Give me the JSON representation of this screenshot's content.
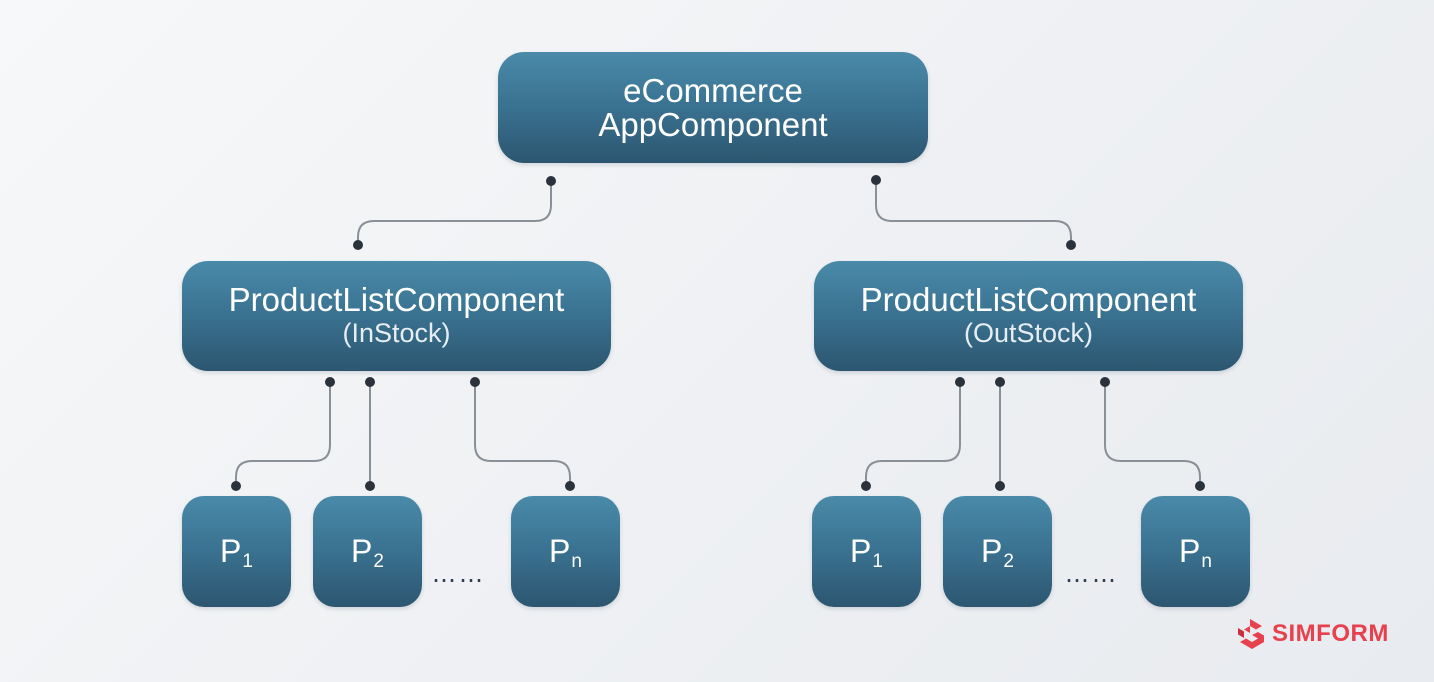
{
  "root": {
    "line1": "eCommerce",
    "line2": "AppComponent"
  },
  "children": [
    {
      "title": "ProductListComponent",
      "subtitle": "(InStock)",
      "leaves": [
        {
          "label": "P",
          "sub": "1"
        },
        {
          "label": "P",
          "sub": "2"
        },
        {
          "label": "P",
          "sub": "n"
        }
      ],
      "ellipsis": "……"
    },
    {
      "title": "ProductListComponent",
      "subtitle": "(OutStock)",
      "leaves": [
        {
          "label": "P",
          "sub": "1"
        },
        {
          "label": "P",
          "sub": "2"
        },
        {
          "label": "P",
          "sub": "n"
        }
      ],
      "ellipsis": "……"
    }
  ],
  "brand": {
    "name": "SIMFORM",
    "logo_icon": "simform-logo-icon",
    "color": "#e8414e"
  },
  "colors": {
    "node_top": "#4a8aa9",
    "node_bottom": "#2c5670",
    "connector": "#8a9097",
    "dot": "#2a323c"
  }
}
